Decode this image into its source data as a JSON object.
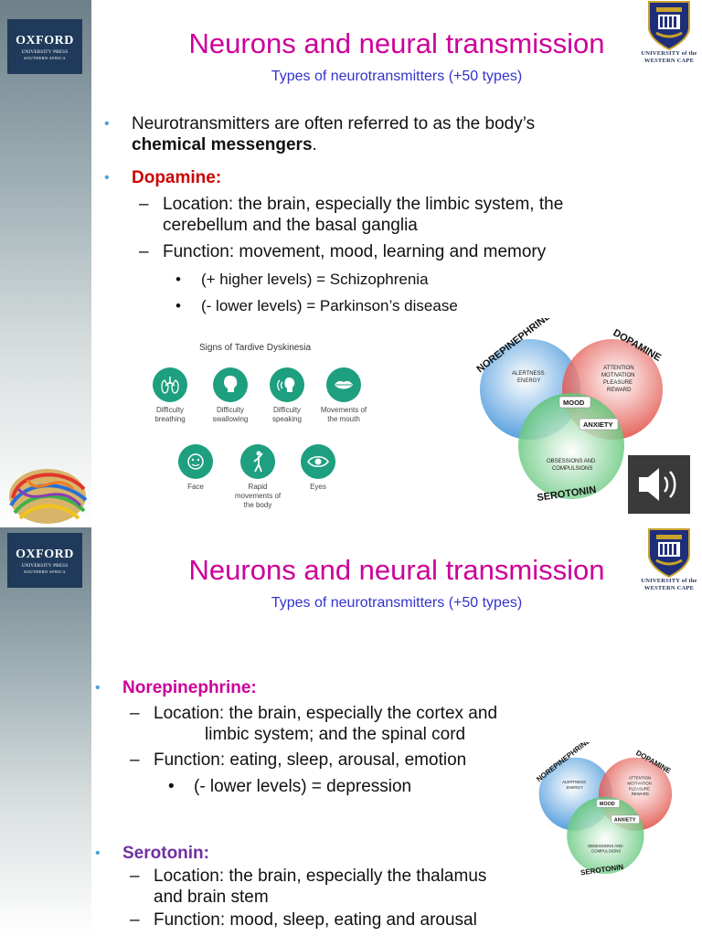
{
  "publisher": {
    "name": "OXFORD",
    "line1": "UNIVERSITY PRESS",
    "line2": "SOUTHERN AFRICA"
  },
  "university": {
    "line1": "UNIVERSITY of the",
    "line2": "WESTERN CAPE"
  },
  "slide1": {
    "title": "Neurons and neural transmission",
    "subtitle": "Types of neurotransmitters (+50 types)",
    "intro_text": "Neurotransmitters are often referred to as the body’s",
    "intro_bold": "chemical messengers",
    "intro_end": ".",
    "dopamine_heading": "Dopamine:",
    "dopamine_location_1": "Location: the brain, especially the limbic system, the",
    "dopamine_location_2": "cerebellum and the basal ganglia",
    "dopamine_function": "Function: movement, mood, learning and memory",
    "dopamine_higher": "(+ higher levels) = Schizophrenia",
    "dopamine_lower": "(- lower levels) = Parkinson’s disease",
    "tardive": {
      "title": "Signs of Tardive Dyskinesia",
      "items": [
        "Difficulty breathing",
        "Difficulty swallowing",
        "Difficulty speaking",
        "Movements of the mouth",
        "Face",
        "Rapid movements of the body",
        "Eyes"
      ]
    },
    "speaker_icon": "speaker-icon"
  },
  "venn": {
    "norepinephrine": "NOREPINEPHRINE",
    "dopamine": "DOPAMINE",
    "serotonin": "SEROTONIN",
    "alertness": "ALERTNESS",
    "energy": "ENERGY",
    "attention": "ATTENTION",
    "motivation": "MOTIVATION",
    "pleasure": "PLEASURE",
    "reward": "REWARD",
    "mood": "MOOD",
    "anxiety": "ANXIETY",
    "obsessions": "OBSESSIONS AND",
    "compulsions": "COMPULSIONS",
    "colors": {
      "red": "#e0483f",
      "blue": "#3a8fd8",
      "green": "#4fbf6a"
    }
  },
  "slide2": {
    "title": "Neurons and neural transmission",
    "subtitle": "Types of neurotransmitters (+50 types)",
    "norepinephrine_heading": "Norepinephrine:",
    "ne_location_1": "Location: the brain, especially the cortex and",
    "ne_location_2": "limbic system; and the spinal cord",
    "ne_function": "Function: eating, sleep, arousal, emotion",
    "ne_lower": "(- lower levels) = depression",
    "serotonin_heading": "Serotonin:",
    "se_location_1": "Location: the brain, especially the thalamus",
    "se_location_2": "and brain stem",
    "se_function": "Function: mood, sleep, eating and arousal"
  },
  "colors": {
    "title": "#cc0099",
    "subtitle": "#3333cc",
    "bullet": "#4aa3d6",
    "dopamine": "#cc0000",
    "norepinephrine": "#cc0099",
    "serotonin": "#7030a0",
    "oxford_box": "#1f3a5a",
    "icon_teal": "#1e9f7f"
  }
}
